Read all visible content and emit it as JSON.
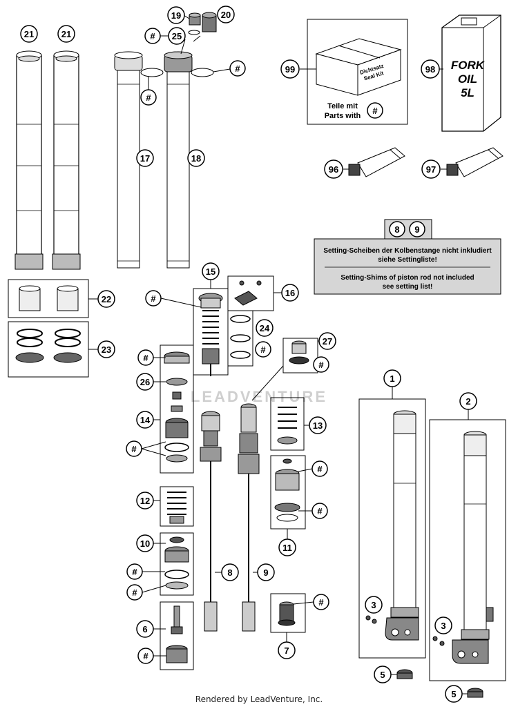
{
  "footer": "Rendered by LeadVenture, Inc.",
  "watermark": "LEADVENTURE",
  "seal_kit": {
    "box_label_1": "Dichtsatz",
    "box_label_2": "Seal Kit",
    "line1": "Teile mit",
    "line2": "Parts with"
  },
  "fork_oil": {
    "line1": "FORK",
    "line2": "OIL",
    "line3": "5L"
  },
  "notice": {
    "de_line1": "Setting-Scheiben der Kolbenstange nicht inkludiert",
    "de_line2": "siehe Settingliste!",
    "en_line1": "Setting-Shims of piston rod not included",
    "en_line2": "see setting list!"
  },
  "callouts": {
    "c21a": "21",
    "c21b": "21",
    "c19": "19",
    "c20": "20",
    "c25": "25",
    "c17": "17",
    "c18": "18",
    "c99": "99",
    "c98": "98",
    "c96": "96",
    "c97": "97",
    "c8box": "8",
    "c9box": "9",
    "c15": "15",
    "c16": "16",
    "c22": "22",
    "c23": "23",
    "c24": "24",
    "c27": "27",
    "c26": "26",
    "c14": "14",
    "c13": "13",
    "c12": "12",
    "c11": "11",
    "c10": "10",
    "c8": "8",
    "c9": "9",
    "c6": "6",
    "c7": "7",
    "c1": "1",
    "c2": "2",
    "c3a": "3",
    "c3b": "3",
    "c5a": "5",
    "c5b": "5",
    "hash": "#"
  }
}
